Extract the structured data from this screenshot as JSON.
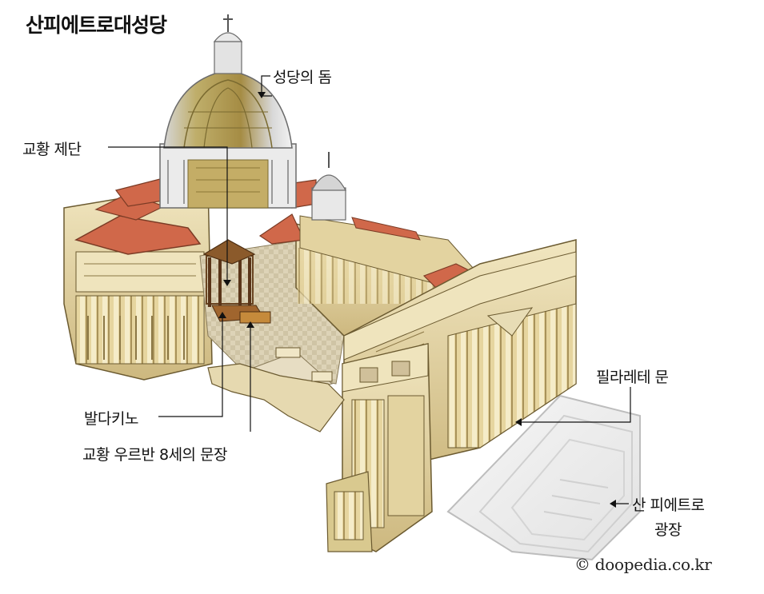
{
  "title": "산피에트로대성당",
  "labels": {
    "dome": "성당의 돔",
    "papal_altar": "교황 제단",
    "baldacchino": "발다키노",
    "coat_of_arms": "교황 우르반 8세의 문장",
    "filarete_door": "필라레테 문",
    "square_line1": "산 피에트로",
    "square_line2": "광장"
  },
  "copyright": "© doopedia.co.kr",
  "colors": {
    "stone": "#e8d9a8",
    "stone_dark": "#c9b47a",
    "roof": "#d0684a",
    "dome_gold": "#b8a054",
    "floor": "#d9cfb3",
    "square": "#eeeeee",
    "ink": "#111111"
  }
}
